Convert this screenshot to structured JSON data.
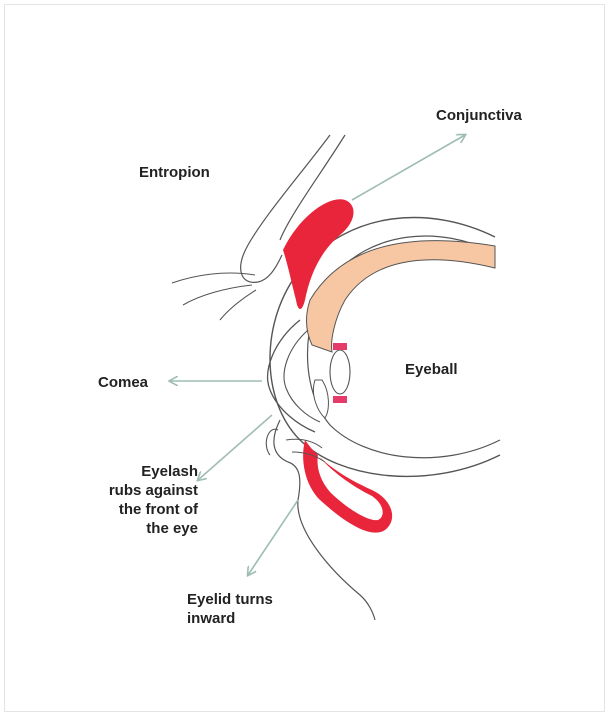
{
  "labels": {
    "conjunctiva": "Conjunctiva",
    "entropion": "Entropion",
    "eyeball": "Eyeball",
    "cornea": "Comea",
    "eyelash_1": "Eyelash",
    "eyelash_2": "rubs against",
    "eyelash_3": "the front of",
    "eyelash_4": "the eye",
    "eyelid_1": "Eyelid turns",
    "eyelid_2": "inward"
  },
  "colors": {
    "eyelid_red": "#e8253a",
    "iris_peach": "#f7c7a3",
    "arrow": "#9fbdb0",
    "outline": "#555555",
    "pupil_pink": "#e63a6a"
  }
}
